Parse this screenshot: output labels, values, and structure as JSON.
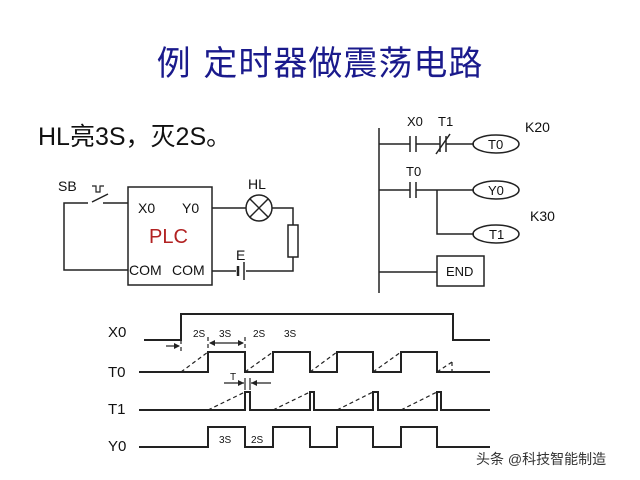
{
  "title": "例  定时器做震荡电路",
  "subtitle": "HL亮3S，灭2S。",
  "circuit": {
    "switch_label": "SB",
    "plc_label": "PLC",
    "input_label": "X0",
    "output_label": "Y0",
    "com_left": "COM",
    "com_right": "COM",
    "lamp_label": "HL",
    "source_label": "E",
    "plc_label_color": "#b22222"
  },
  "ladder": {
    "rung1": {
      "contact1": "X0",
      "contact2": "T1",
      "coil": "T0",
      "preset": "K20"
    },
    "rung2": {
      "contact1": "T0",
      "coil": "Y0"
    },
    "rung3": {
      "coil": "T1",
      "preset": "K30"
    },
    "end_label": "END"
  },
  "timing": {
    "signals": [
      "X0",
      "T0",
      "T1",
      "Y0"
    ],
    "annotations": {
      "x0_2s": "2S",
      "x0_3s": "3S",
      "x0_2s_b": "2S",
      "x0_3s_b": "3S",
      "t_delay": "T",
      "y0_3s": "3S",
      "y0_2s": "2S"
    },
    "period_on_s": 3,
    "period_off_s": 2
  },
  "watermark": "头条 @科技智能制造"
}
